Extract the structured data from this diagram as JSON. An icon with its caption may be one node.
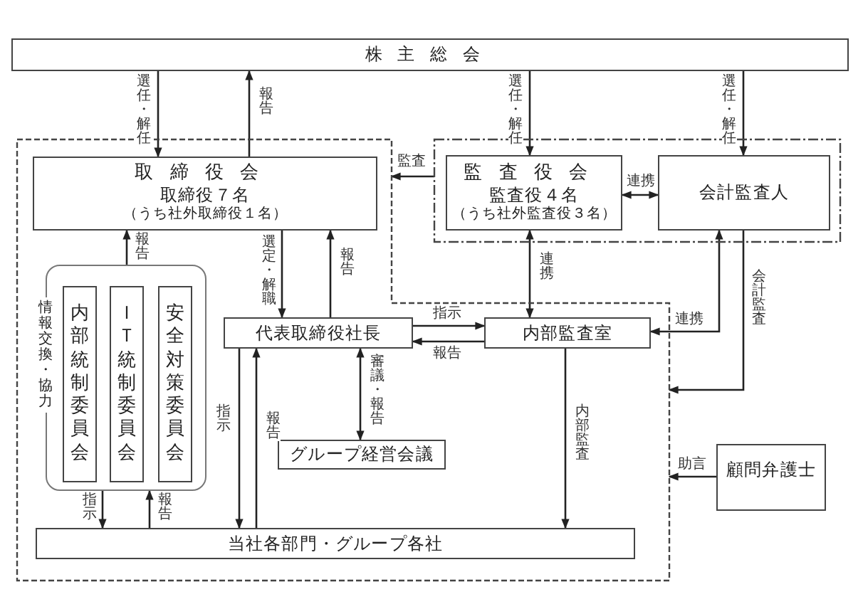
{
  "diagram": {
    "nodes": [
      {
        "text": [
          "株主総会"
        ]
      },
      {
        "text": [],
        "shape": "box"
      },
      {
        "text": [
          "取締役会",
          "取締役７名",
          "（うち社外取締役１名）"
        ],
        "in": 1
      },
      {
        "text": [
          "情報交換・協力"
        ],
        "in": 1
      },
      {
        "text": [
          "内部統制委員会"
        ],
        "in": 3
      },
      {
        "text": [
          "ＩＴ統制委員会"
        ],
        "in": 3
      },
      {
        "text": [
          "安全対策委員会"
        ],
        "in": 3
      },
      {
        "text": [
          "代表取締役社長"
        ],
        "in": 1
      },
      {
        "text": [
          "内部監査室"
        ],
        "in": 1
      },
      {
        "text": [
          "グループ経営会議"
        ],
        "in": 1
      },
      {
        "text": [
          "当社各部門・グループ各社"
        ],
        "in": 1
      },
      {
        "text": [],
        "shape": "box"
      },
      {
        "text": [
          "監査役会",
          "監査役４名",
          "（うち社外監査役３名）"
        ],
        "in": 11
      },
      {
        "text": [
          "会計監査人"
        ],
        "in": 11
      },
      {
        "text": [
          "顧問弁護士"
        ]
      }
    ],
    "edges": [
      {
        "from": 0,
        "to": 2,
        "arrow": "to",
        "label": "選任・解任"
      },
      {
        "from": 2,
        "to": 0,
        "arrow": "to",
        "label": "報告"
      },
      {
        "from": 0,
        "to": 12,
        "arrow": "to",
        "label": "選任・解任"
      },
      {
        "from": 0,
        "to": 13,
        "arrow": "to",
        "label": "選任・解任"
      },
      {
        "from": 11,
        "to": 1,
        "arrow": "to",
        "label": "監査"
      },
      {
        "from": 12,
        "to": 13,
        "arrow": "both",
        "label": "連携"
      },
      {
        "from": 12,
        "to": 8,
        "arrow": "both",
        "label": "連携"
      },
      {
        "from": 8,
        "to": 13,
        "arrow": "both",
        "label": "連携"
      },
      {
        "from": 13,
        "to": 1,
        "arrow": "to",
        "label": "会計監査"
      },
      {
        "from": 14,
        "to": 1,
        "arrow": "to",
        "label": "助言"
      },
      {
        "from": 2,
        "to": 7,
        "arrow": "to",
        "label": "選定・解職"
      },
      {
        "from": 7,
        "to": 2,
        "arrow": "to",
        "label": "報告"
      },
      {
        "from": 3,
        "to": 2,
        "arrow": "to",
        "label": "報告"
      },
      {
        "from": 7,
        "to": 8,
        "arrow": "to",
        "label": "指示"
      },
      {
        "from": 8,
        "to": 7,
        "arrow": "to",
        "label": "報告"
      },
      {
        "from": 7,
        "to": 9,
        "arrow": "both",
        "label": "審議・報告"
      },
      {
        "from": 7,
        "to": 10,
        "arrow": "to",
        "label": "指示"
      },
      {
        "from": 10,
        "to": 7,
        "arrow": "to",
        "label": "報告"
      },
      {
        "from": 3,
        "to": 10,
        "arrow": "to",
        "label": "指示"
      },
      {
        "from": 10,
        "to": 3,
        "arrow": "to",
        "label": "報告"
      },
      {
        "from": 8,
        "to": 10,
        "arrow": "to",
        "label": "内部監査"
      }
    ]
  }
}
